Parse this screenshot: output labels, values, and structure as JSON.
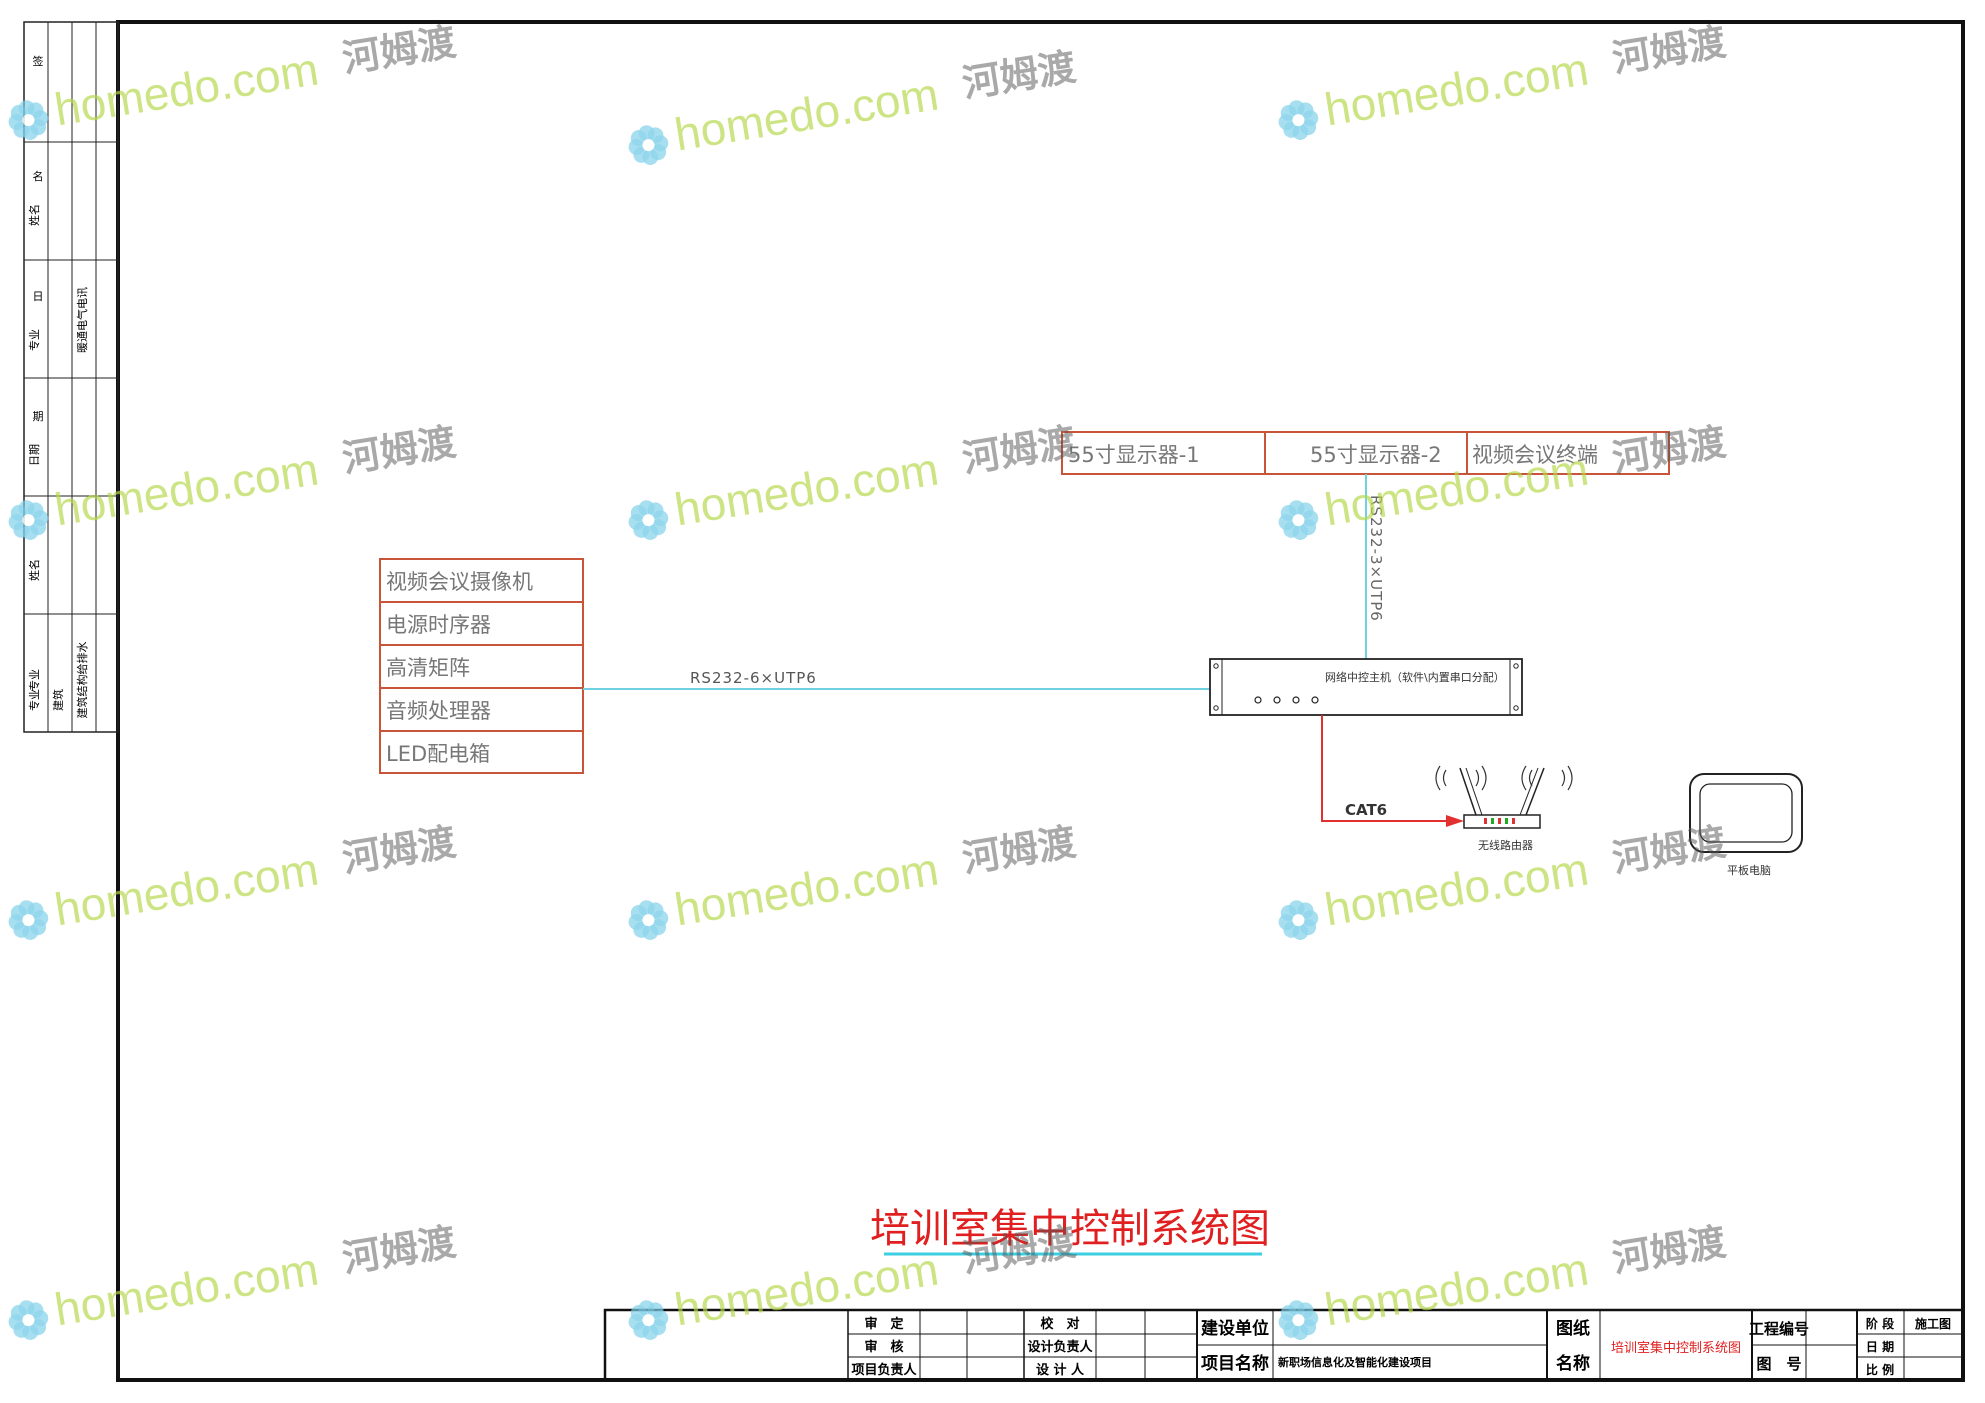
{
  "title": "培训室集中控制系统图",
  "left_stamp": {
    "header_chars": [
      "签",
      "名",
      "日",
      "期"
    ],
    "rows": [
      {
        "label": "专业",
        "value": "建筑"
      },
      {
        "label": "姓名",
        "value": ""
      },
      {
        "label": "专业",
        "value": "暖通电气电讯"
      },
      {
        "label": "日期",
        "value": ""
      },
      {
        "label": "姓名",
        "value": ""
      },
      {
        "label": "专业",
        "value": "建筑结构给排水"
      }
    ]
  },
  "displays": [
    {
      "label": "55寸显示器-1"
    },
    {
      "label": "55寸显示器-2"
    },
    {
      "label": "视频会议终端"
    }
  ],
  "left_devices": [
    {
      "label": "视频会议摄像机"
    },
    {
      "label": "电源时序器"
    },
    {
      "label": "高清矩阵"
    },
    {
      "label": "音频处理器"
    },
    {
      "label": "LED配电箱"
    }
  ],
  "links": {
    "rs232": "RS232-6×UTP6",
    "vertical": "RS232-3×UTP6",
    "cat6": "CAT6"
  },
  "controller": {
    "label": "网络中控主机（软件\\内置串口分配）"
  },
  "router": {
    "label": "无线路由器"
  },
  "tablet": {
    "label": "平板电脑"
  },
  "watermark": {
    "domain": "homedo.com",
    "cn": "河姆渡"
  },
  "title_block": {
    "shending": "审　定",
    "shenhe": "审　核",
    "xiangmu_fuzeren": "项目负责人",
    "jiaodui": "校　对",
    "sheji_fuzeren": "设计负责人",
    "sheji_ren": "设 计 人",
    "jianshe_danwei": "建设单位",
    "xiangmu_mingcheng": "项目名称",
    "project_name": "新职场信息化及智能化建设项目",
    "tuzhi": "图纸",
    "mingcheng": "名称",
    "drawing_name": "培训室集中控制系统图",
    "gongcheng_bianhao": "工程编号",
    "tuhao": "图　号",
    "jieduan": "阶 段",
    "jieduan_value": "施工图",
    "riqi": "日 期",
    "bili": "比 例"
  },
  "colors": {
    "box_stroke": "#c8553a",
    "cyan": "#6fd0e2",
    "red": "#e23030",
    "title": "#e02020",
    "underline": "#3ccfe0",
    "frame": "#111111",
    "wm_green": "#b5d84a",
    "wm_blue": "#7dd0e8"
  }
}
